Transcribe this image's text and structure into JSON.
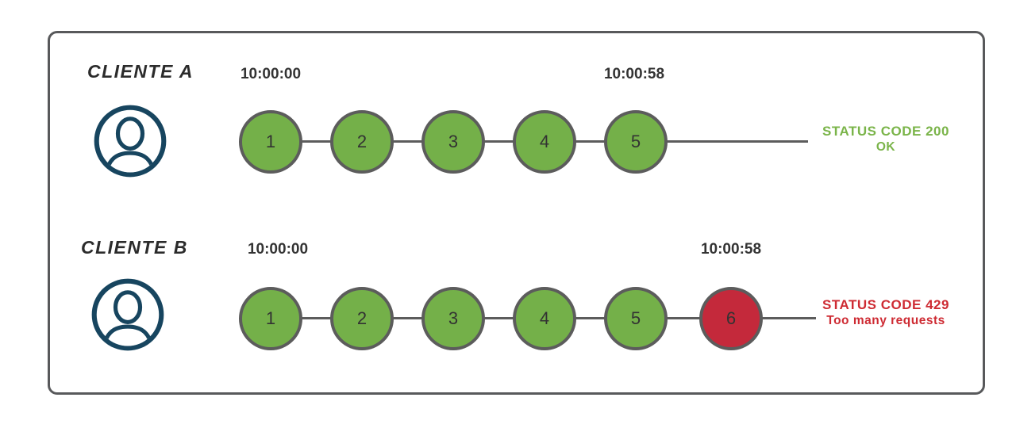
{
  "diagram": {
    "title_implied": "",
    "rows": [
      {
        "client": "CLIENTE A",
        "start_time": "10:00:00",
        "end_time": "10:00:58",
        "state": "ok",
        "requests": [
          {
            "label": "1",
            "state": "ok"
          },
          {
            "label": "2",
            "state": "ok"
          },
          {
            "label": "3",
            "state": "ok"
          },
          {
            "label": "4",
            "state": "ok"
          },
          {
            "label": "5",
            "state": "ok"
          }
        ],
        "status_line1": "STATUS CODE 200",
        "status_line2": "OK"
      },
      {
        "client": "CLIENTE B",
        "start_time": "10:00:00",
        "end_time": "10:00:58",
        "state": "blocked",
        "requests": [
          {
            "label": "1",
            "state": "ok"
          },
          {
            "label": "2",
            "state": "ok"
          },
          {
            "label": "3",
            "state": "ok"
          },
          {
            "label": "4",
            "state": "ok"
          },
          {
            "label": "5",
            "state": "ok"
          },
          {
            "label": "6",
            "state": "blocked"
          }
        ],
        "status_line1": "STATUS CODE 429",
        "status_line2": "Too many requests"
      }
    ],
    "colors": {
      "green": "#74B049",
      "red": "#C4293B",
      "green_text": "#7AB449",
      "red_text": "#CE2B33",
      "avatar": "#17455F",
      "connector": "#5C5C5C",
      "frame_border": "#58595B",
      "timestamp": "#333333",
      "number": "#333333",
      "label": "#2B2B2B"
    }
  }
}
